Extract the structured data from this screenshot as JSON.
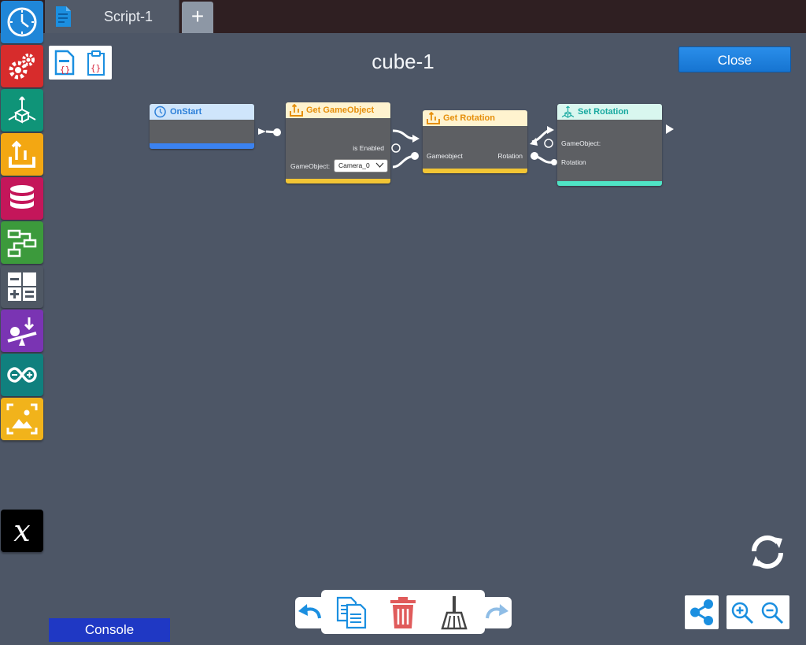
{
  "tabs": [
    {
      "label": "Script-1",
      "icon": "script-file-icon"
    }
  ],
  "add_tab_label": "+",
  "header": {
    "title": "cube-1",
    "close_label": "Close"
  },
  "sidebar": {
    "categories": [
      {
        "name": "events",
        "icon": "clock-icon",
        "color": "#1f86d8"
      },
      {
        "name": "settings",
        "icon": "gears-icon",
        "color": "#d72c2c"
      },
      {
        "name": "objects-3d",
        "icon": "cube-axes-icon",
        "color": "#0f9478"
      },
      {
        "name": "transform",
        "icon": "download-tray-icon",
        "color": "#f3a712"
      },
      {
        "name": "data",
        "icon": "database-icon",
        "color": "#c4165a"
      },
      {
        "name": "flow",
        "icon": "flowchart-icon",
        "color": "#3c9a3c"
      },
      {
        "name": "math",
        "icon": "calculator-icon",
        "color": "#4f5864"
      },
      {
        "name": "physics",
        "icon": "seesaw-icon",
        "color": "#7a34b3"
      },
      {
        "name": "arduino",
        "icon": "infinity-icon",
        "color": "#10807e"
      },
      {
        "name": "media",
        "icon": "image-icon",
        "color": "#f1b31b"
      },
      {
        "name": "variables",
        "icon": "variable-x-icon",
        "color": "#000000",
        "label": "x"
      }
    ]
  },
  "nodes": {
    "onstart": {
      "title": "OnStart",
      "head_color": "#cfe5fb",
      "title_color": "#2c7fd8",
      "foot_color": "#3b82f0"
    },
    "get_gameobject": {
      "title": "Get GameObject",
      "head_color": "#fff3cf",
      "title_color": "#e58f0c",
      "foot_color": "#f2c534",
      "is_enabled_label": "is Enabled",
      "gameobject_label": "GameObject:",
      "dropdown_value": "Camera_0"
    },
    "get_rotation": {
      "title": "Get Rotation",
      "head_color": "#fff3cf",
      "title_color": "#e58f0c",
      "foot_color": "#f2c534",
      "in_label": "Gameobject",
      "out_label": "Rotation"
    },
    "set_rotation": {
      "title": "Set Rotation",
      "head_color": "#d9f7ef",
      "title_color": "#18a9a0",
      "foot_color": "#4fe3c5",
      "gameobject_label": "GameObject:",
      "rotation_label": "Rotation"
    }
  },
  "toolbar": {
    "undo_icon": "undo-arrow-icon",
    "copy_icon": "copy-icon",
    "delete_icon": "trash-icon",
    "clear_icon": "broom-icon",
    "redo_icon": "redo-arrow-icon",
    "refresh_icon": "refresh-icon",
    "share_icon": "share-icon",
    "zoom_in_icon": "zoom-in-icon",
    "zoom_out_icon": "zoom-out-icon"
  },
  "console_label": "Console"
}
